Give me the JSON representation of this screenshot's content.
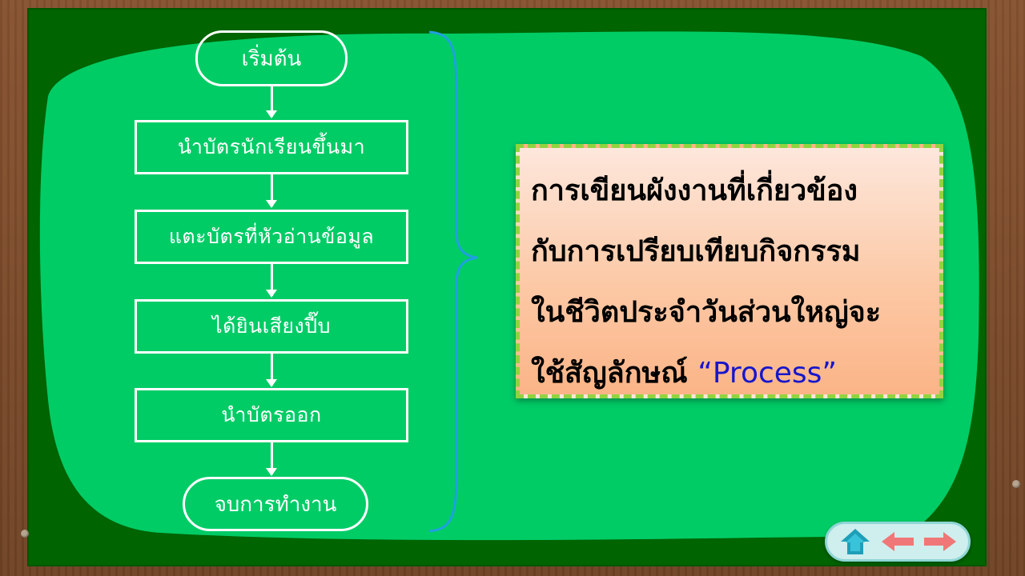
{
  "flowchart": {
    "start_label": "เริ่มต้น",
    "steps": [
      "นำบัตรนักเรียนขึ้นมา",
      "แตะบัตรที่หัวอ่านข้อมูล",
      "ได้ยินเสียงปี๊บ",
      "นำบัตรออก"
    ],
    "end_label": "จบการทำงาน"
  },
  "note": {
    "lines": [
      "การเขียนผังงานที่เกี่ยวข้อง",
      "กับการเปรียบเทียบกิจกรรม",
      "ในชีวิตประจำวันส่วนใหญ่จะ",
      "ใช้สัญลักษณ์"
    ],
    "highlight": "“Process”"
  },
  "nav": {
    "home_icon": "home-icon",
    "back_icon": "arrow-left-icon",
    "next_icon": "arrow-right-icon"
  },
  "colors": {
    "board": "#006400",
    "blob": "#00cc66",
    "highlight": "#1616cc"
  }
}
